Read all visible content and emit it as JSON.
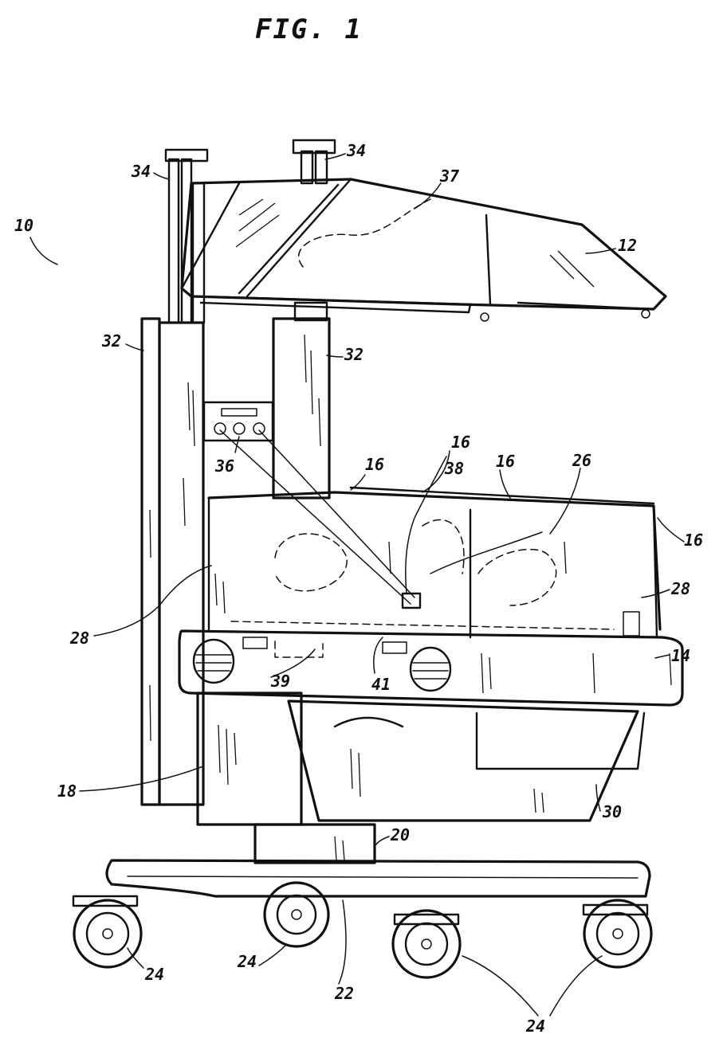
{
  "figure": {
    "title": "FIG. 1",
    "labels": {
      "l10": "10",
      "l12": "12",
      "l14": "14",
      "l16a": "16",
      "l16b": "16",
      "l16c": "16",
      "l16d": "16",
      "l18": "18",
      "l20": "20",
      "l22": "22",
      "l24a": "24",
      "l24b": "24",
      "l24c": "24",
      "l26": "26",
      "l28a": "28",
      "l28b": "28",
      "l30": "30",
      "l32a": "32",
      "l32b": "32",
      "l34a": "34",
      "l34b": "34",
      "l36": "36",
      "l37": "37",
      "l38": "38",
      "l39": "39",
      "l41": "41"
    }
  }
}
